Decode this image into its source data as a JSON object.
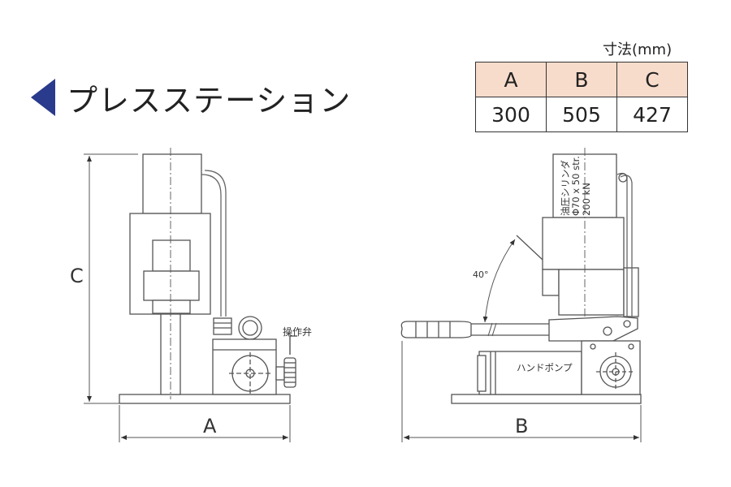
{
  "title": "プレスステーション",
  "unit_label": "寸法(mm)",
  "dimension_table": {
    "headers": [
      "A",
      "B",
      "C"
    ],
    "values": [
      "300",
      "505",
      "427"
    ]
  },
  "front_view": {
    "valve_label": "操作弁",
    "dim_a_label": "A",
    "dim_c_label": "C"
  },
  "side_view": {
    "cylinder_label_1": "油圧シリンダ",
    "cylinder_label_2": "Φ70 x 50 str.",
    "cylinder_label_3": "200 kN",
    "angle_label": "40°",
    "pump_label": "ハンドポンプ",
    "dim_b_label": "B"
  }
}
